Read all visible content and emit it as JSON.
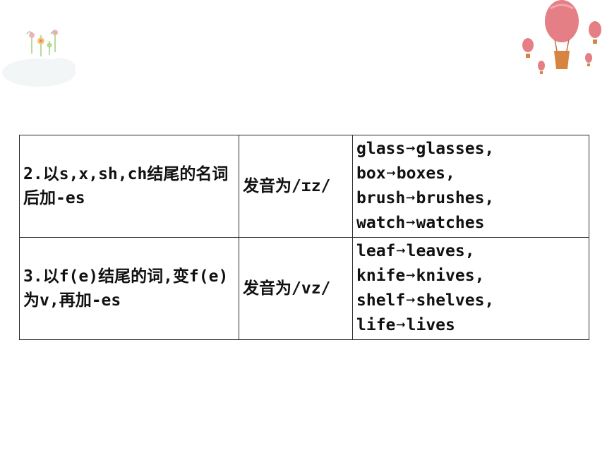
{
  "rows": [
    {
      "rule": "2.以s,x,sh,ch结尾的名词后加-es",
      "pronunciation": "发音为/ɪz/",
      "examples": [
        {
          "singular": "glass",
          "plural": "glasses,"
        },
        {
          "singular": "box",
          "plural": "boxes,"
        },
        {
          "singular": "brush",
          "plural": "brushes,"
        },
        {
          "singular": "watch",
          "plural": "watches"
        }
      ]
    },
    {
      "rule": "3.以f(e)结尾的词,变f(e)为v,再加-es",
      "pronunciation": "发音为/vz/",
      "examples": [
        {
          "singular": "leaf",
          "plural": "leaves,"
        },
        {
          "singular": "knife",
          "plural": "knives,"
        },
        {
          "singular": "shelf",
          "plural": "shelves,"
        },
        {
          "singular": "life",
          "plural": "lives"
        }
      ]
    }
  ],
  "arrow_glyph": "➞",
  "colors": {
    "balloon": "#e57f86",
    "basket": "#d68440",
    "flower_stem": "#9fcf7a"
  },
  "icons": {
    "top_left": "flower-cloud-icon",
    "top_right": "hot-air-balloon-icon"
  }
}
